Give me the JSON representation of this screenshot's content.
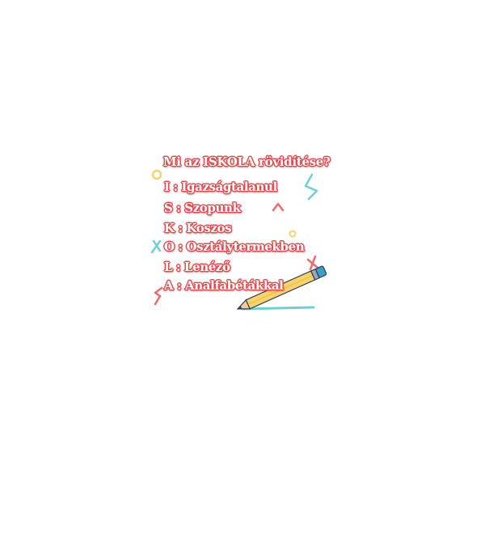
{
  "title": "Mi az ISKOLA rövidítése?",
  "items": [
    "I : Igazságtalanul",
    "S : Szopunk",
    "K : Koszos",
    "O : Osztálytermekben",
    "L : Lenéző",
    "A : Analfabétákkal"
  ],
  "colors": {
    "text_outline": "#e8494d",
    "text_fill": "#ffffff",
    "accent_teal": "#6fcfd6",
    "accent_yellow": "#f6d36b",
    "accent_red": "#f26b6b",
    "pencil_body": "#f7d46a",
    "pencil_tip": "#2f3b57",
    "pencil_cap": "#3aa0c8"
  },
  "icons": [
    "pencil-icon",
    "ring-icon",
    "cross-icon",
    "zigzag-icon",
    "caret-icon"
  ]
}
